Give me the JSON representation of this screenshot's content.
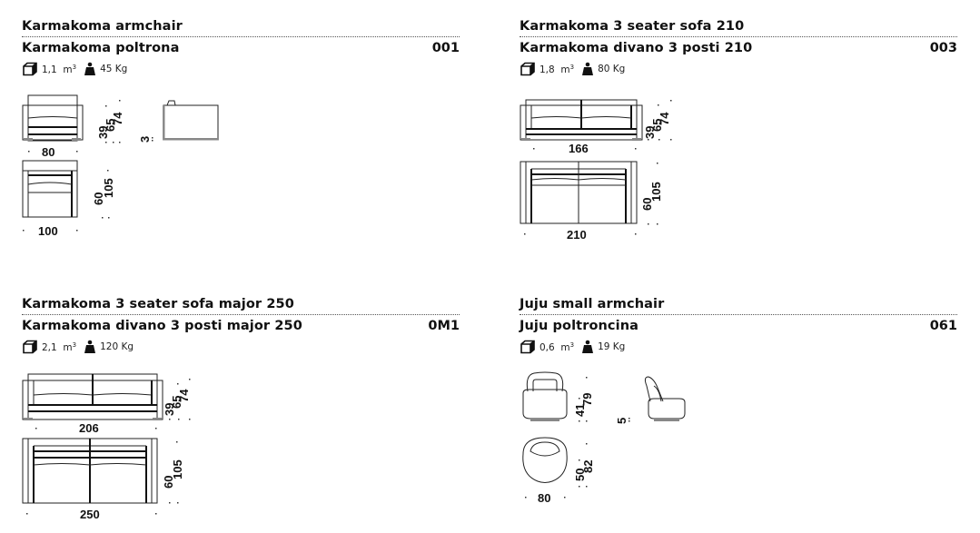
{
  "products": [
    {
      "name_en": "Karmakoma armchair",
      "name_it": "Karmakoma poltrona",
      "code": "001",
      "volume": "1,1",
      "volume_unit": "m³",
      "weight": "45 Kg",
      "front": {
        "width": "80",
        "heights": [
          "39",
          "65",
          "74"
        ]
      },
      "top": {
        "width": "100",
        "depths": [
          "60",
          "105"
        ]
      },
      "side": {
        "label": "3"
      }
    },
    {
      "name_en": "Karmakoma 3 seater sofa 210",
      "name_it": "Karmakoma divano 3 posti 210",
      "code": "003",
      "volume": "1,8",
      "volume_unit": "m³",
      "weight": "80 Kg",
      "front": {
        "width": "166",
        "heights": [
          "39",
          "65",
          "74"
        ]
      },
      "top": {
        "width": "210",
        "depths": [
          "60",
          "105"
        ]
      }
    },
    {
      "name_en": "Karmakoma 3 seater sofa major 250",
      "name_it": "Karmakoma divano 3 posti major 250",
      "code": "0M1",
      "volume": "2,1",
      "volume_unit": "m³",
      "weight": "120 Kg",
      "front": {
        "width": "206",
        "heights": [
          "39",
          "65",
          "74"
        ]
      },
      "top": {
        "width": "250",
        "depths": [
          "60",
          "105"
        ]
      }
    },
    {
      "name_en": "Juju small armchair",
      "name_it": "Juju poltroncina",
      "code": "061",
      "volume": "0,6",
      "volume_unit": "m³",
      "weight": "19 Kg",
      "front": {
        "heights": [
          "41",
          "79"
        ]
      },
      "top": {
        "width": "80",
        "depths": [
          "50",
          "82"
        ]
      },
      "side": {
        "label": "5"
      }
    }
  ],
  "icons": {
    "volume": "box-volume-icon",
    "weight": "weight-icon"
  }
}
